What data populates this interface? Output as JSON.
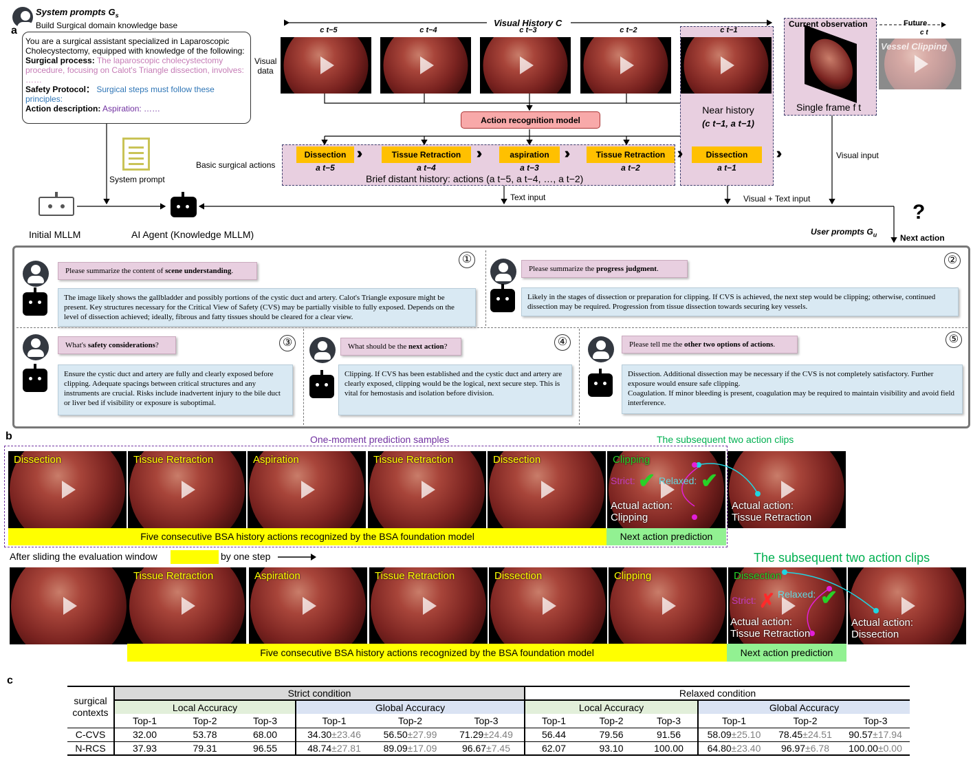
{
  "panels": {
    "a": "a",
    "b": "b",
    "c": "c"
  },
  "system": {
    "title": "System prompts G",
    "title_sub": "s",
    "subtitle": "Build Surgical domain knowledge base",
    "intro": "You are a surgical assistant specialized in Laparoscopic Cholecystectomy, equipped with knowledge of the following:",
    "process_label": "Surgical process:",
    "process_text": "The laparoscopic cholecystectomy procedure, focusing on Calot's Triangle dissection, involves: ……",
    "safety_label": "Safety Protocol：",
    "safety_text": "Surgical steps must follow these principles:",
    "action_label": "Action description:",
    "action_text": "Aspiration: ……",
    "system_prompt": "System prompt"
  },
  "visual": {
    "history_title": "Visual History C",
    "data_label": "Visual data",
    "frames": [
      "c t−5",
      "c t−4",
      "c t−3",
      "c t−2",
      "c t−1"
    ],
    "current": "Current observation",
    "future": "Future",
    "future_sub": "c t",
    "vessel": "Vessel Clipping",
    "single_frame": "Single frame f t",
    "near_history": "Near history",
    "near_sub": "(c t−1, a t−1)",
    "recognition": "Action recognition model",
    "visual_input": "Visual input",
    "text_input": "Text input",
    "vt_input": "Visual + Text input"
  },
  "actions": {
    "label": "Basic surgical actions",
    "items": [
      {
        "name": "Dissection",
        "sub": "a t−5"
      },
      {
        "name": "Tissue Retraction",
        "sub": "a t−4"
      },
      {
        "name": "aspiration",
        "sub": "a t−3"
      },
      {
        "name": "Tissue Retraction",
        "sub": "a t−2"
      },
      {
        "name": "Dissection",
        "sub": "a t−1"
      }
    ],
    "brief": "Brief distant history: actions (a t−5, a t−4, …, a t−2)"
  },
  "agents": {
    "initial": "Initial MLLM",
    "agent": "AI Agent (Knowledge MLLM)",
    "user_prompts": "User prompts G",
    "user_prompts_sub": "u",
    "next_action": "Next action",
    "qmark": "?"
  },
  "dialog": [
    {
      "n": "①",
      "q_pre": "Please summarize the content of ",
      "q_bold": "scene understanding",
      "q_post": ".",
      "a": "The image likely shows the gallbladder and possibly portions of the cystic duct and artery. Calot's Triangle exposure might be present. Key structures necessary for the Critical View of Safety (CVS) may be partially visible to fully exposed. Depends on the level of dissection achieved; ideally, fibrous and fatty tissues should be cleared for a clear view."
    },
    {
      "n": "②",
      "q_pre": "Please summarize the ",
      "q_bold": "progress judgment",
      "q_post": ".",
      "a": "Likely in the stages of dissection or preparation for clipping. If CVS is achieved, the next step would be clipping; otherwise, continued dissection may be required. Progression from tissue dissection towards securing key vessels."
    },
    {
      "n": "③",
      "q_pre": "What's ",
      "q_bold": "safety considerations",
      "q_post": "?",
      "a": "Ensure the cystic duct and artery are fully and clearly exposed before clipping. Adequate spacings between critical structures and any instruments are crucial. Risks include inadvertent injury to the bile duct or liver bed if visibility or exposure is suboptimal."
    },
    {
      "n": "④",
      "q_pre": "What should be the ",
      "q_bold": "next action",
      "q_post": "?",
      "a": "Clipping. If CVS has been established and the cystic duct and artery are clearly exposed, clipping would be the logical, next secure step. This is vital for hemostasis and isolation before division."
    },
    {
      "n": "⑤",
      "q_pre": "Please tell me the ",
      "q_bold": "other two options of actions",
      "q_post": ".",
      "a": "Dissection. Additional dissection may be necessary if the CVS is not completely satisfactory. Further exposure would ensure safe clipping.\nCoagulation. If minor bleeding is present, coagulation may be required to maintain visibility and avoid field interference."
    }
  ],
  "panel_b": {
    "one_moment": "One-moment prediction samples",
    "subsequent": "The subsequent two action clips",
    "row1": [
      "Dissection",
      "Tissue Retraction",
      "Aspiration",
      "Tissue Retraction",
      "Dissection",
      "Clipping"
    ],
    "row2": [
      "",
      "Tissue Retraction",
      "Aspiration",
      "Tissue Retraction",
      "Dissection",
      "Clipping",
      "Dissection"
    ],
    "strict": "Strict:",
    "relaxed": "Relaxed:",
    "check": "✔",
    "cross": "✗",
    "actual1": "Actual action: Clipping",
    "actual2": "Actual action: Tissue Retraction",
    "actual3": "Actual action: Tissue Retraction",
    "actual4": "Actual action: Dissection",
    "five": "Five consecutive BSA history actions recognized by the BSA foundation model",
    "next_pred": "Next action prediction",
    "slide_pre": "After sliding the evaluation window",
    "slide_post": "by one step"
  },
  "table": {
    "strict": "Strict condition",
    "relaxed": "Relaxed condition",
    "contexts": "surgical contexts",
    "local": "Local Accuracy",
    "global": "Global Accuracy",
    "tops": [
      "Top-1",
      "Top-2",
      "Top-3"
    ],
    "rows": [
      {
        "name": "C-CVS",
        "sl": [
          "32.00",
          "53.78",
          "68.00"
        ],
        "sg": [
          [
            "34.30",
            "±23.46"
          ],
          [
            "56.50",
            "±27.99"
          ],
          [
            "71.29",
            "±24.49"
          ]
        ],
        "rl": [
          "56.44",
          "79.56",
          "91.56"
        ],
        "rg": [
          [
            "58.09",
            "±25.10"
          ],
          [
            "78.45",
            "±24.51"
          ],
          [
            "90.57",
            "±17.94"
          ]
        ]
      },
      {
        "name": "N-RCS",
        "sl": [
          "37.93",
          "79.31",
          "96.55"
        ],
        "sg": [
          [
            "48.74",
            "±27.81"
          ],
          [
            "89.09",
            "±17.09"
          ],
          [
            "96.67",
            "±7.45"
          ]
        ],
        "rl": [
          "62.07",
          "93.10",
          "100.00"
        ],
        "rg": [
          [
            "64.80",
            "±23.40"
          ],
          [
            "96.97",
            "±6.78"
          ],
          [
            "100.00",
            "±0.00"
          ]
        ]
      }
    ]
  },
  "colors": {
    "purple": "#e8cfe0",
    "blue": "#d9e9f3",
    "orange": "#ffc000",
    "yellow": "#ffff00",
    "green": "#92f192",
    "recog": "#f8a9a9"
  }
}
